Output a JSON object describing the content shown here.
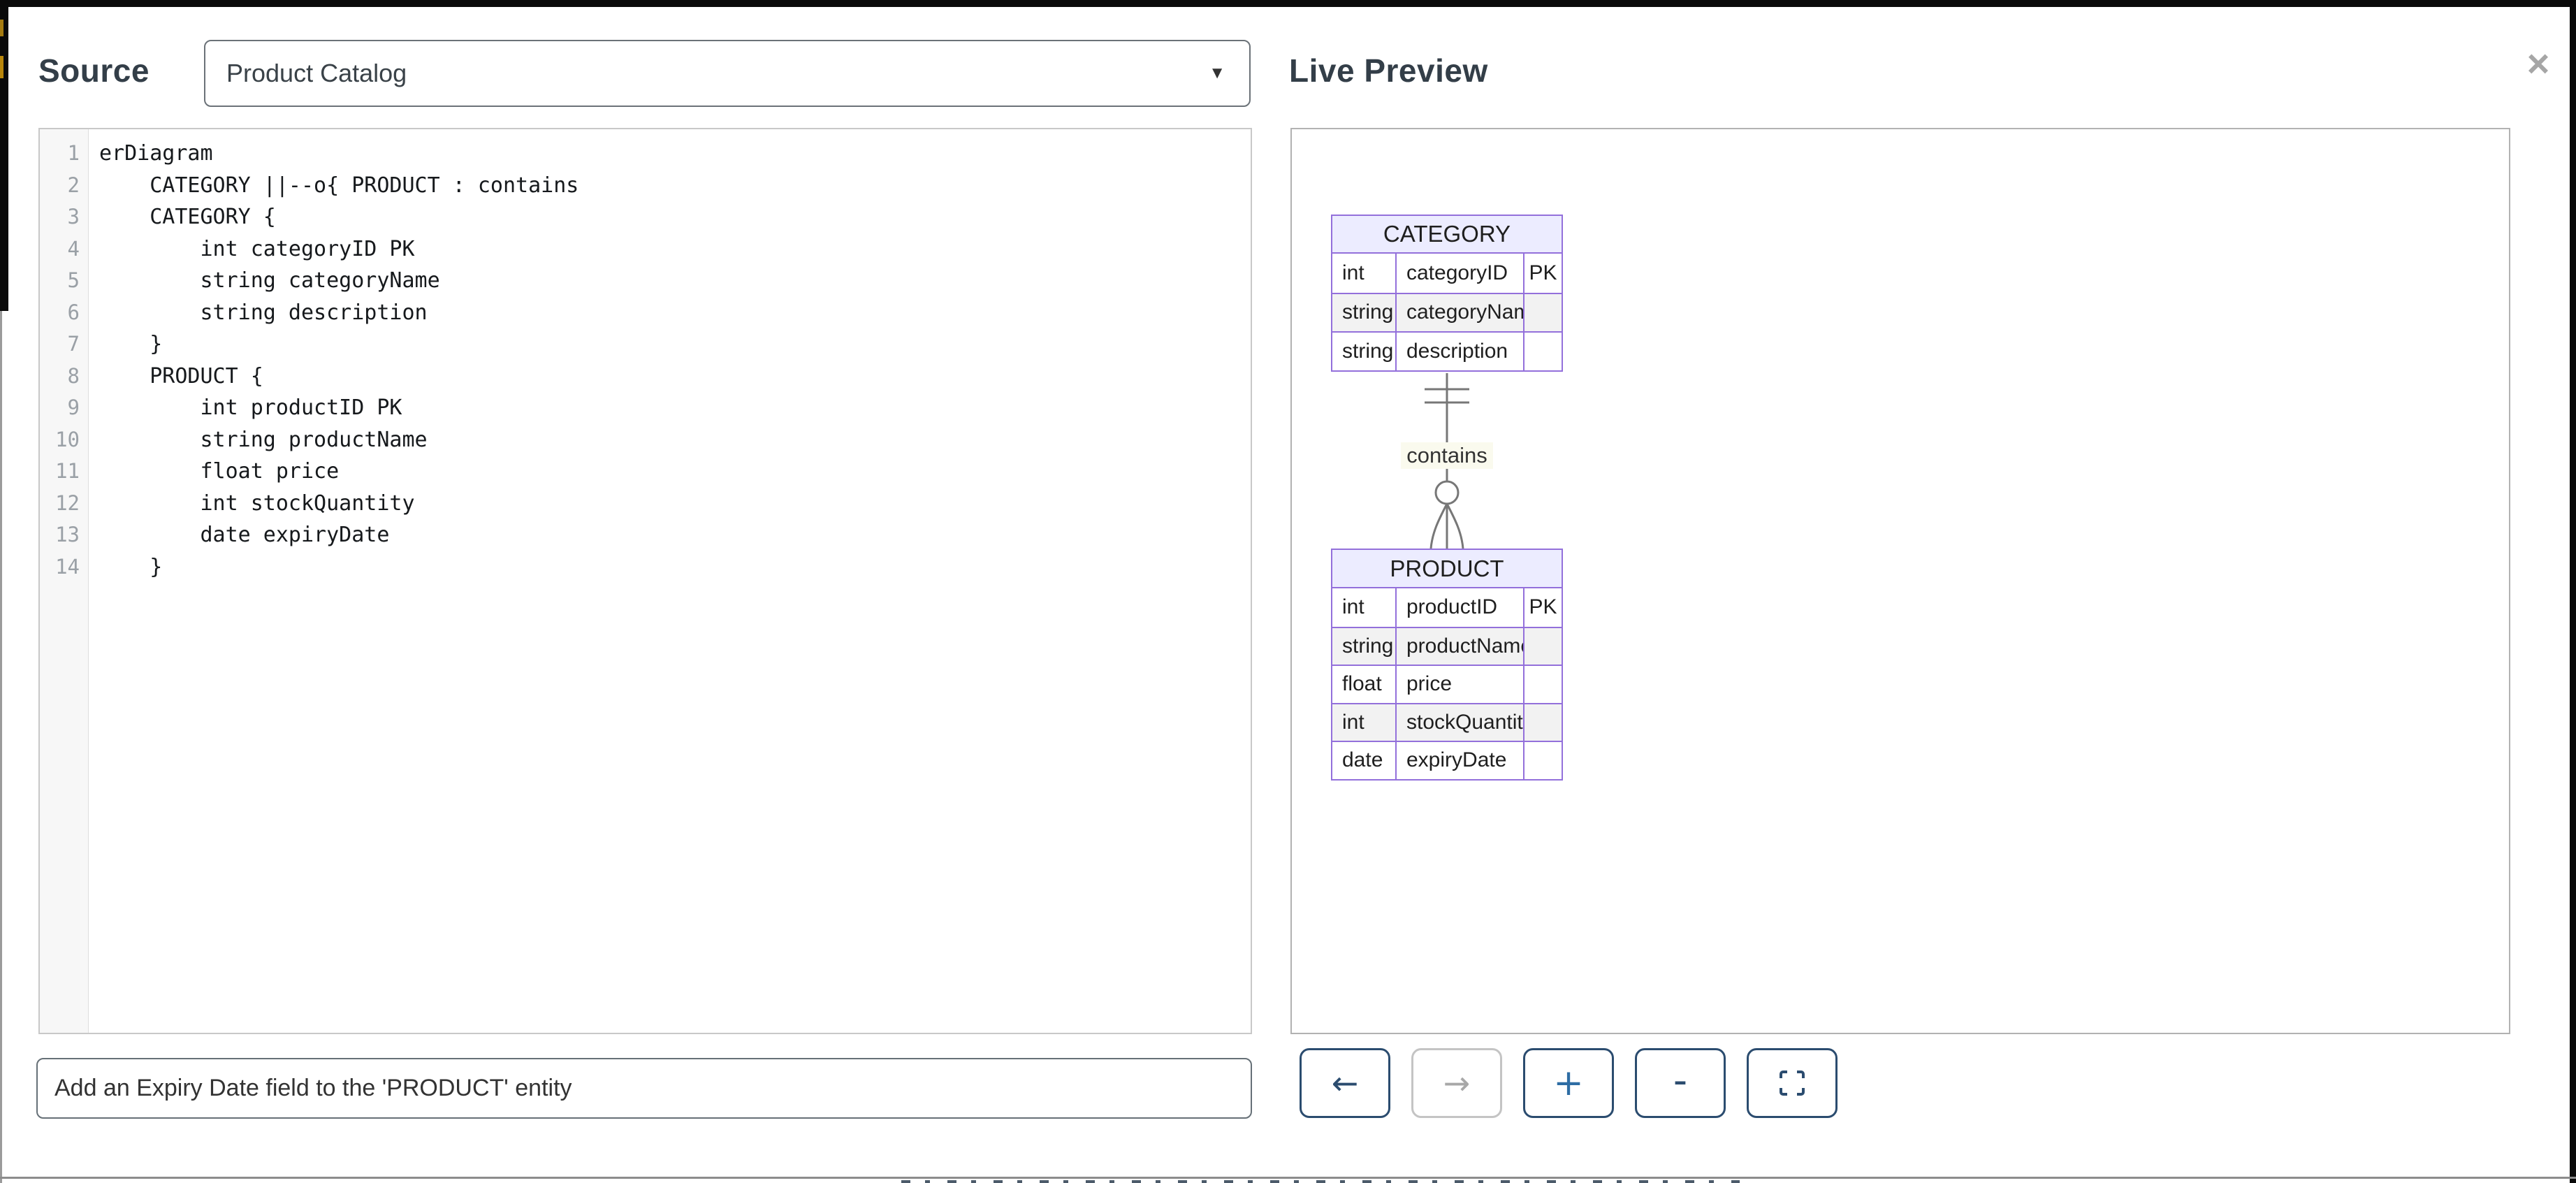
{
  "modal": {
    "source_label": "Source",
    "preview_label": "Live Preview",
    "close_label": "×"
  },
  "source": {
    "dropdown": {
      "selected": "Product Catalog",
      "caret_icon": "▼"
    },
    "editor": {
      "lines": [
        {
          "n": "1",
          "c": "erDiagram"
        },
        {
          "n": "2",
          "c": "    CATEGORY ||--o{ PRODUCT : contains"
        },
        {
          "n": "3",
          "c": "    CATEGORY {"
        },
        {
          "n": "4",
          "c": "        int categoryID PK"
        },
        {
          "n": "5",
          "c": "        string categoryName"
        },
        {
          "n": "6",
          "c": "        string description"
        },
        {
          "n": "7",
          "c": "    }"
        },
        {
          "n": "8",
          "c": "    PRODUCT {"
        },
        {
          "n": "9",
          "c": "        int productID PK"
        },
        {
          "n": "10",
          "c": "        string productName"
        },
        {
          "n": "11",
          "c": "        float price"
        },
        {
          "n": "12",
          "c": "        int stockQuantity"
        },
        {
          "n": "13",
          "c": "        date expiryDate"
        },
        {
          "n": "14",
          "c": "    }"
        }
      ]
    }
  },
  "preview": {
    "diagram": {
      "type": "er-diagram",
      "relationship": {
        "from": "CATEGORY",
        "to": "PRODUCT",
        "label": "contains",
        "cardinality": "||--o{"
      },
      "entities": [
        {
          "name": "CATEGORY",
          "attributes": [
            {
              "type": "int",
              "name": "categoryID",
              "key": "PK"
            },
            {
              "type": "string",
              "name": "categoryName",
              "key": ""
            },
            {
              "type": "string",
              "name": "description",
              "key": ""
            }
          ]
        },
        {
          "name": "PRODUCT",
          "attributes": [
            {
              "type": "int",
              "name": "productID",
              "key": "PK"
            },
            {
              "type": "string",
              "name": "productName",
              "key": ""
            },
            {
              "type": "float",
              "name": "price",
              "key": ""
            },
            {
              "type": "int",
              "name": "stockQuantity",
              "key": ""
            },
            {
              "type": "date",
              "name": "expiryDate",
              "key": ""
            }
          ]
        }
      ],
      "colors": {
        "entity_header_fill": "#ECECFF",
        "entity_border": "#9370DB",
        "alt_row_fill": "#f2f2f2",
        "relation_line": "#777777",
        "label_background": "#fafaee"
      }
    }
  },
  "prompt": {
    "value": "Add an Expiry Date field to the 'PRODUCT' entity"
  },
  "toolbar": {
    "undo_label": "←",
    "redo_label": "→",
    "zoom_in_label": "+",
    "zoom_out_label": "-"
  }
}
